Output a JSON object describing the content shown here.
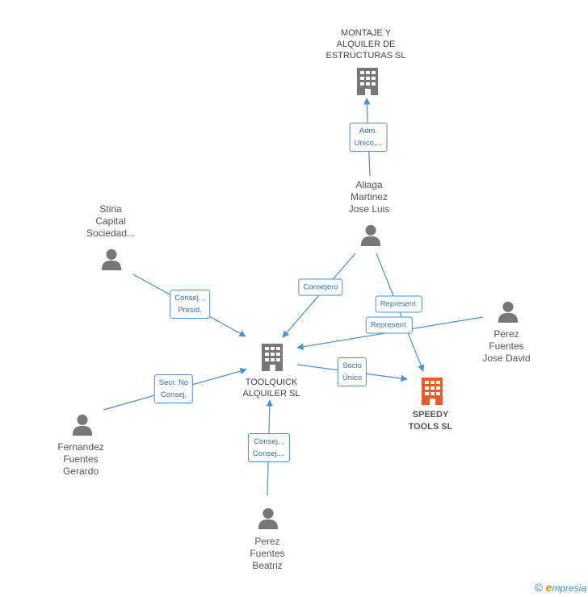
{
  "colors": {
    "edge": "#4a8fd8",
    "person": "#777777",
    "company": "#777777",
    "main_company": "#f05a24"
  },
  "nodes": {
    "montaje": {
      "label": "MONTAJE Y\nALQUILER DE\nESTRUCTURAS SL",
      "icon": "building-icon"
    },
    "aliaga": {
      "label": "Aliaga\nMartinez\nJose Luis",
      "icon": "person-icon"
    },
    "stiria": {
      "label": "Stiria\nCapital\nSociedad...",
      "icon": "person-icon"
    },
    "perez_jd": {
      "label": "Perez\nFuentes\nJose David",
      "icon": "person-icon"
    },
    "toolquick": {
      "label": "TOOLQUICK\nALQUILER SL",
      "icon": "building-icon"
    },
    "speedy": {
      "label": "SPEEDY\nTOOLS SL",
      "icon": "building-icon"
    },
    "fernandez": {
      "label": "Fernandez\nFuentes\nGerardo",
      "icon": "person-icon"
    },
    "perez_b": {
      "label": "Perez\nFuentes\nBeatriz",
      "icon": "person-icon"
    }
  },
  "edges": {
    "aliaga_montaje": "Adm.\nUnico,...",
    "aliaga_toolquick": "Consejero",
    "aliaga_speedy": "Represent.",
    "perez_jd_toolquick": "Represent.",
    "stiria_toolquick": "Consej. ,\nPresid.",
    "toolquick_speedy": "Socio\nÚnico",
    "fernandez_toolquick": "Secr.  No\nConsej.",
    "perez_b_toolquick": "Consej. ,\nConsej...."
  },
  "footer": {
    "copyright": "©",
    "brand_initial": "e",
    "brand_rest": "mpresia"
  }
}
